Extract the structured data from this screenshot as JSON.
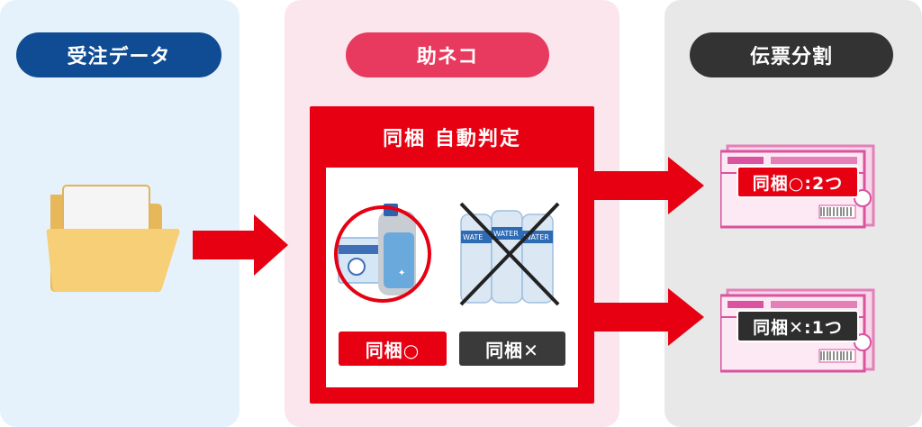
{
  "columns": {
    "order_data": {
      "title": "受注データ",
      "color": "#0f4c94",
      "bg": "#e6f2fb"
    },
    "sukeneko": {
      "title": "助ネコ",
      "color": "#e83a5e",
      "bg": "#fbe6ee"
    },
    "slip_split": {
      "title": "伝票分割",
      "color": "#333333",
      "bg": "#e8e8e9"
    }
  },
  "judge": {
    "title": "同梱 自動判定",
    "tag_ok": "同梱○",
    "tag_ng": "同梱✕",
    "bottle_text_1": "WATE",
    "bottle_text_2": "WATER",
    "bottle_text_3": "WATER"
  },
  "slips": {
    "ok_label": "同梱○:2つ",
    "ng_label": "同梱✕:1つ"
  },
  "colors": {
    "arrow_red": "#e60012",
    "folder_yellow": "#f6cf76",
    "slip_pink": "#e57fb8"
  }
}
